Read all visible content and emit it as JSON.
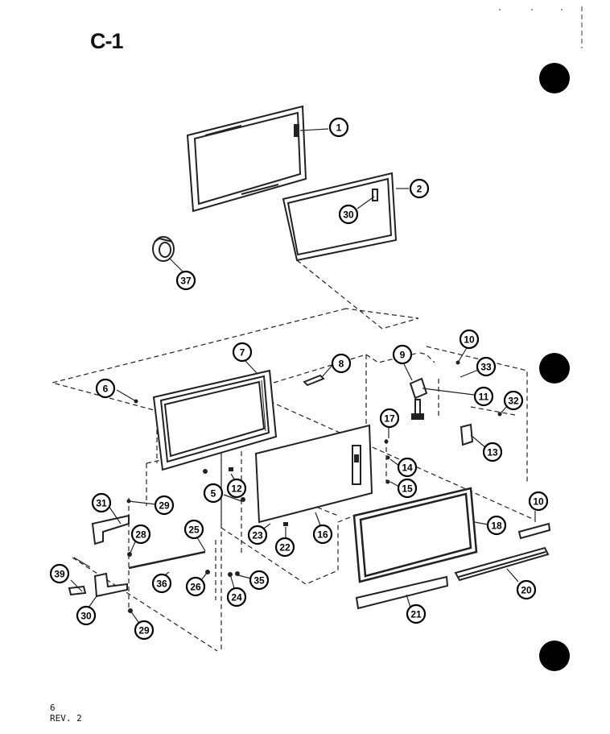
{
  "page": {
    "title": "C-1",
    "page_number": "6",
    "revision": "REV. 2"
  },
  "callouts": [
    "1",
    "2",
    "30",
    "37",
    "7",
    "8",
    "9",
    "10",
    "33",
    "32",
    "11",
    "6",
    "17",
    "13",
    "14",
    "15",
    "12",
    "5",
    "16",
    "31",
    "29",
    "28",
    "25",
    "26",
    "24",
    "35",
    "36",
    "23",
    "22",
    "18",
    "10",
    "20",
    "21",
    "39",
    "30",
    "29"
  ],
  "binder_holes": 3,
  "line_color": "#222222",
  "callout_fill": "#ffffff"
}
